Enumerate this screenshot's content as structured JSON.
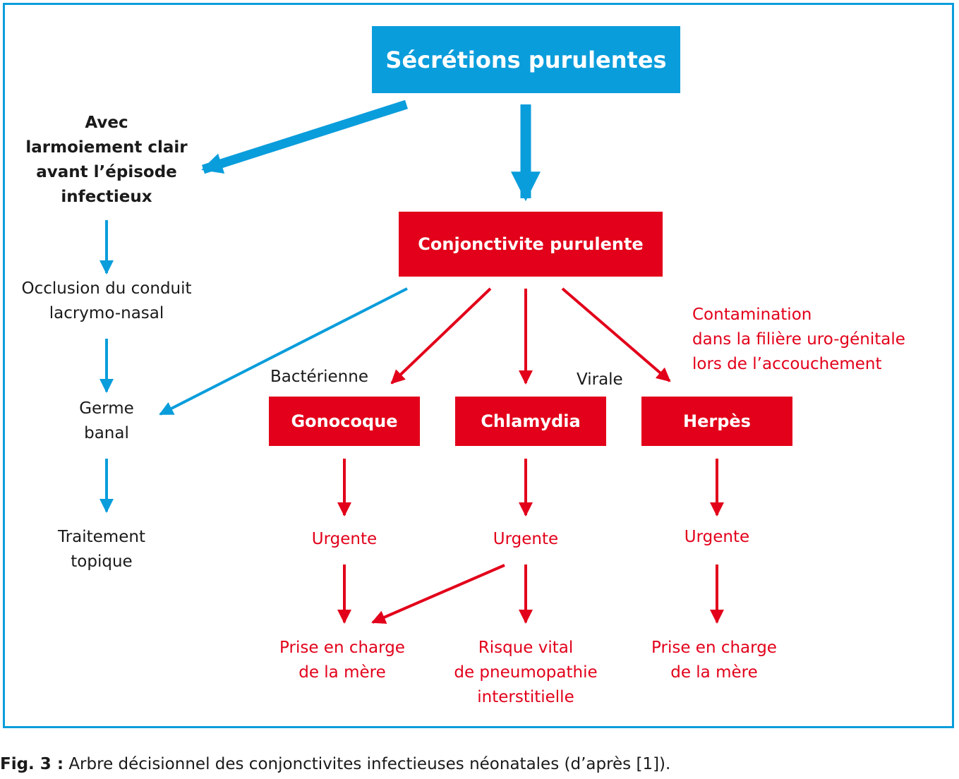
{
  "colors": {
    "blue": "#0a9ddb",
    "red": "#e2001a",
    "text": "#1a1a1a"
  },
  "top_box": "Sécrétions purulentes",
  "main_box": "Conjonctivite purulente",
  "left_branch": {
    "header": [
      "Avec",
      "larmoiement clair",
      "avant l’épisode",
      "infectieux"
    ],
    "step1": [
      "Occlusion du conduit",
      "lacrymo-nasal"
    ],
    "step2": [
      "Germe",
      "banal"
    ],
    "step3": [
      "Traitement",
      "topique"
    ]
  },
  "labels": {
    "bacterial": "Bactérienne",
    "viral": "Virale",
    "contamination": [
      "Contamination",
      "dans la filière uro-génitale",
      "lors de l’accouchement"
    ]
  },
  "pathogens": [
    "Gonocoque",
    "Chlamydia",
    "Herpès"
  ],
  "urgency": [
    "Urgente",
    "Urgente",
    "Urgente"
  ],
  "outcomes": {
    "gonocoque": [
      "Prise en charge",
      "de la mère"
    ],
    "chlamydia": [
      "Risque vital",
      "de pneumopathie",
      "interstitielle"
    ],
    "herpes": [
      "Prise en charge",
      "de la mère"
    ]
  },
  "caption": {
    "label": "Fig. 3 :",
    "text": " Arbre décisionnel des conjonctivites infectieuses néonatales (d’après [1])."
  }
}
